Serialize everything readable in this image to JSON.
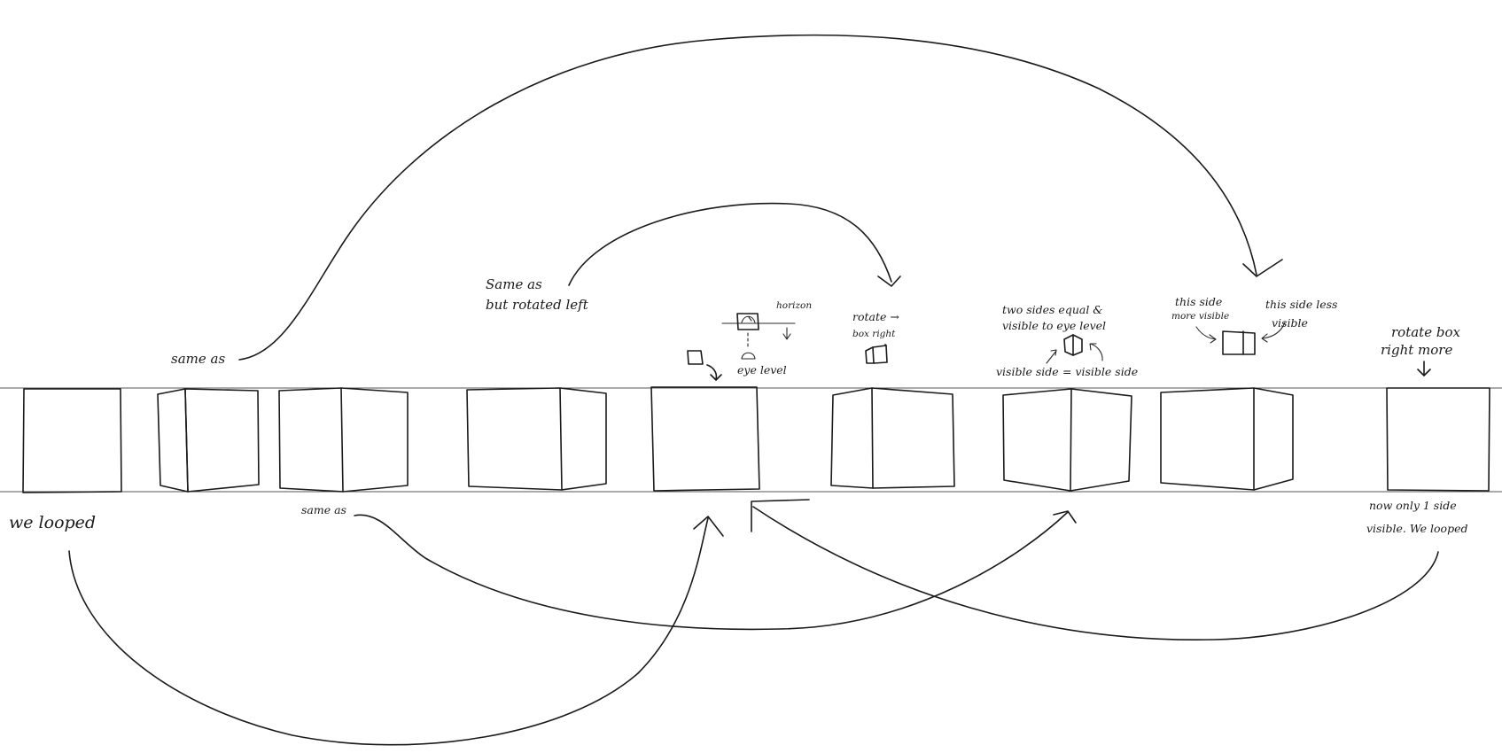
{
  "notes": {
    "we_looped_left": "we looped",
    "same_as_top": "same as",
    "same_as_bottom": "same as",
    "same_as_rotated_1": "Same  as",
    "same_as_rotated_2": "but  rotated  left",
    "horizon": "horizon",
    "eye_level": "eye level",
    "rotate_box_right_1": "rotate →",
    "rotate_box_right_2": "box right",
    "two_sides_1": "two  sides  equal  &",
    "two_sides_2": "visible  to  eye level",
    "visible_side_left": "visible side",
    "visible_side_right": "= visible side",
    "this_side_more_1": "this  side",
    "this_side_more_2": "more  visible",
    "this_side_less_1": "this side   less",
    "this_side_less_2": "visible",
    "rotate_box_more_1": "rotate box",
    "rotate_box_more_2": "right   more",
    "now_only_1": "now   only   1   side",
    "now_only_2": "visible.  We  looped"
  }
}
